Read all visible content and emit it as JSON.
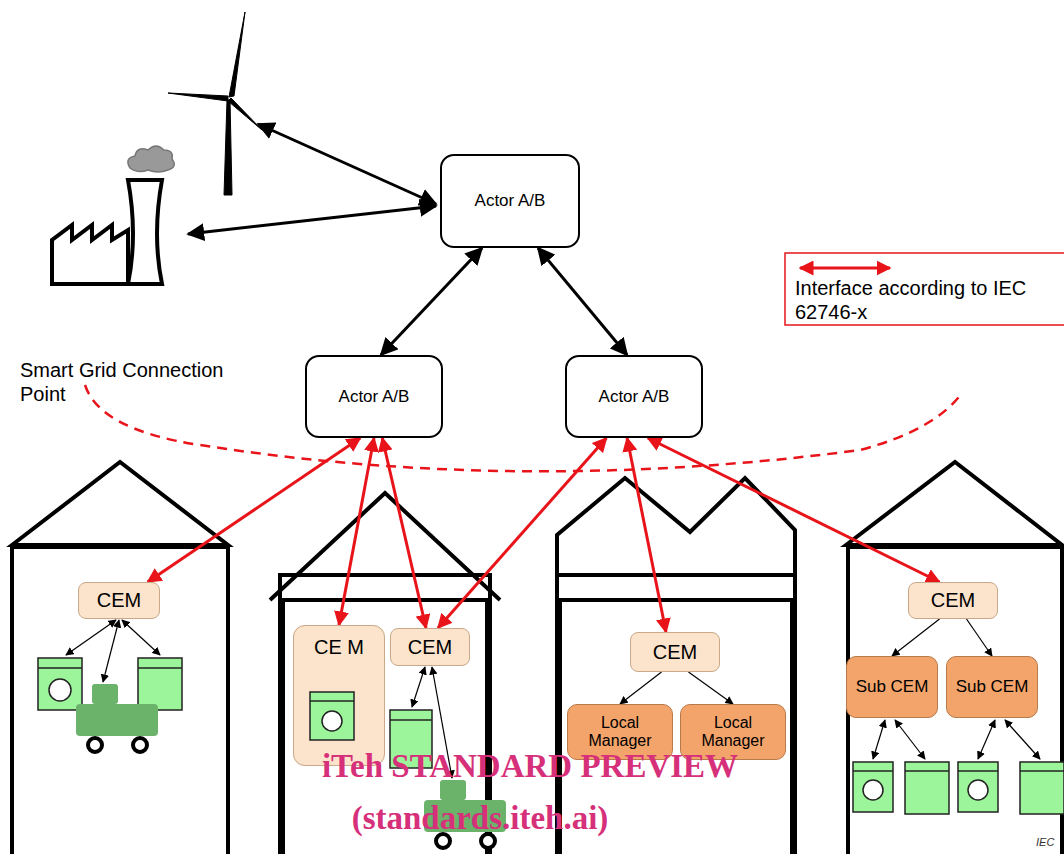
{
  "diagram": {
    "nodes": [
      {
        "text": [
          "Actor A/B"
        ]
      },
      {
        "text": [
          "Actor A/B"
        ]
      },
      {
        "text": [
          "Actor A/B"
        ]
      },
      {
        "text": [
          "CEM"
        ]
      },
      {
        "text": [
          "CE M"
        ]
      },
      {
        "text": [
          "CEM"
        ]
      },
      {
        "text": [
          "CEM"
        ]
      },
      {
        "text": [
          "Local Manager"
        ]
      },
      {
        "text": [
          "Local Manager"
        ]
      },
      {
        "text": [
          "CEM"
        ]
      },
      {
        "text": [
          "Sub CEM"
        ]
      },
      {
        "text": [
          "Sub CEM"
        ]
      }
    ],
    "edges": [
      {
        "from": 0,
        "to": 1,
        "arrow": "both"
      },
      {
        "from": 0,
        "to": 2,
        "arrow": "both"
      },
      {
        "from": 1,
        "to": 3,
        "arrow": "both"
      },
      {
        "from": 1,
        "to": 4,
        "arrow": "both"
      },
      {
        "from": 1,
        "to": 5,
        "arrow": "both"
      },
      {
        "from": 2,
        "to": 5,
        "arrow": "both"
      },
      {
        "from": 2,
        "to": 6,
        "arrow": "both"
      },
      {
        "from": 2,
        "to": 9,
        "arrow": "both"
      },
      {
        "from": 6,
        "to": 7,
        "arrow": "to"
      },
      {
        "from": 6,
        "to": 8,
        "arrow": "to"
      },
      {
        "from": 9,
        "to": 10,
        "arrow": "to"
      },
      {
        "from": 9,
        "to": 11,
        "arrow": "to"
      }
    ],
    "labels": [
      "Smart Grid Connection Point",
      "iTeh STANDARD PREVIEW",
      "(standards.iteh.ai)",
      "IEC"
    ],
    "legend": [
      {
        "text": "Interface according to IEC 62746-x"
      }
    ]
  }
}
